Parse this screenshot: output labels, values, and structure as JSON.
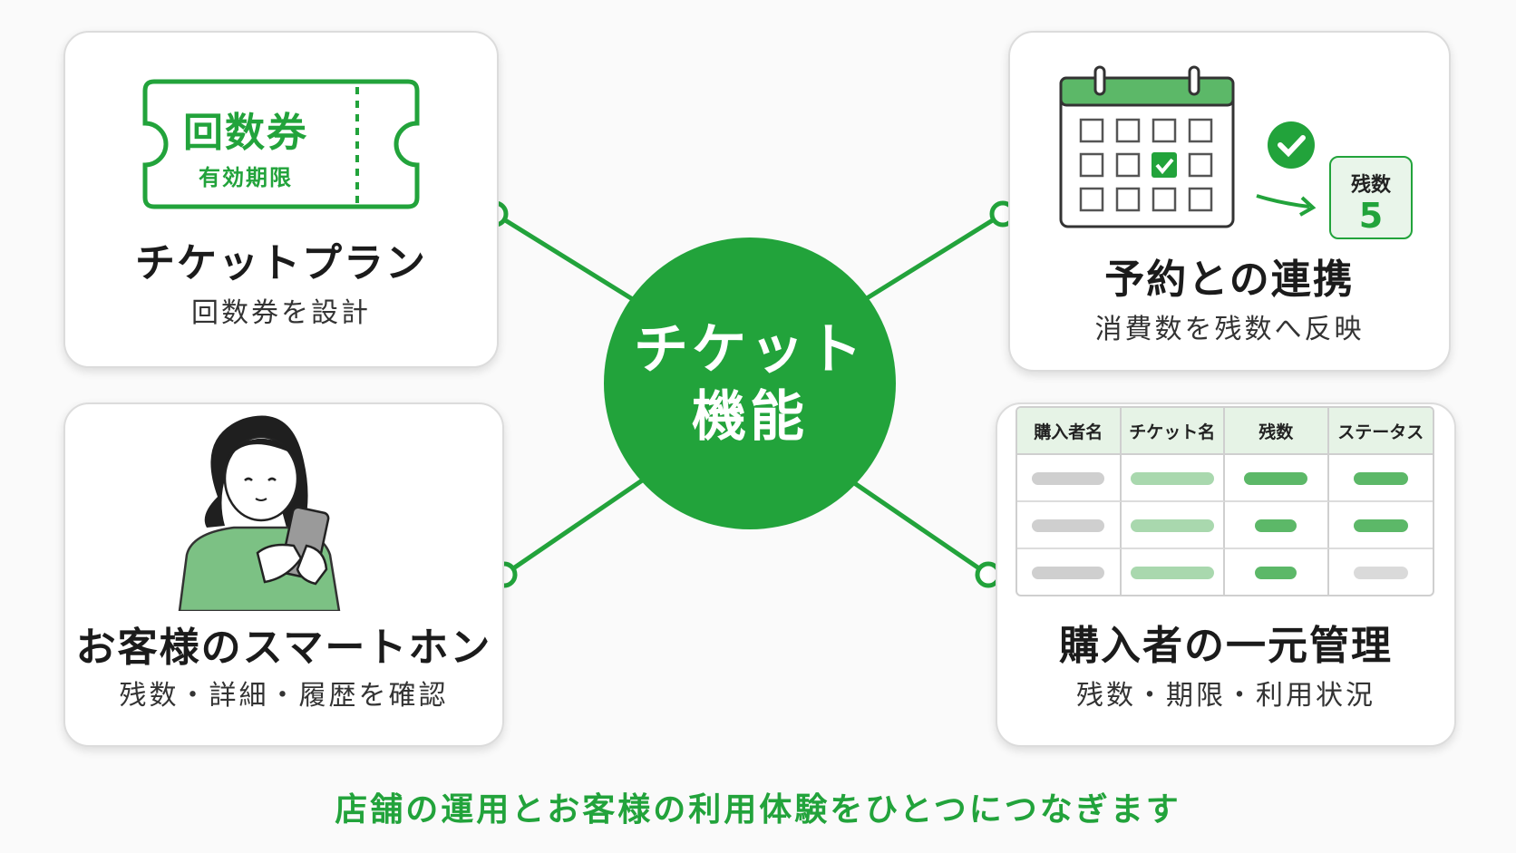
{
  "hub": {
    "line1": "チケット",
    "line2": "機能"
  },
  "cards": {
    "ticket_plan": {
      "title": "チケットプラン",
      "subtitle": "回数券を設計",
      "ticket_main": "回数券",
      "ticket_sub": "有効期限"
    },
    "reservation": {
      "title": "予約との連携",
      "subtitle": "消費数を残数へ反映",
      "remaining_label": "残数",
      "remaining_value": "5"
    },
    "smartphone": {
      "title": "お客様のスマートホン",
      "subtitle": "残数・詳細・履歴を確認"
    },
    "buyers": {
      "title": "購入者の一元管理",
      "subtitle": "残数・期限・利用状況",
      "table_headers": [
        "購入者名",
        "チケット名",
        "残数",
        "ステータス"
      ]
    }
  },
  "tagline": "店舗の運用とお客様の利用体験をひとつにつなぎます",
  "colors": {
    "accent": "#22a33b",
    "accent_light": "#a9d8ae",
    "card_border": "#dcdcdc"
  }
}
